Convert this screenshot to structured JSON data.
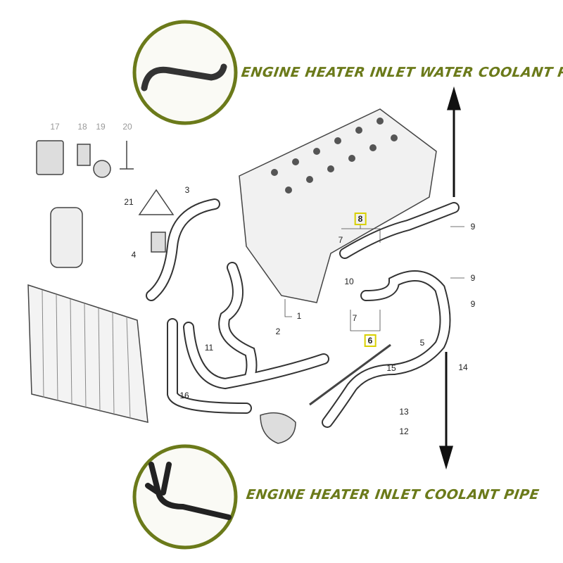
{
  "callouts": {
    "top": "ENGINE HEATER INLET WATER COOLANT PIPE",
    "bottom": "ENGINE HEATER INLET COOLANT PIPE"
  },
  "colors": {
    "callout_text": "#6b7a1a",
    "circle_border": "#6b7a1a",
    "highlight_box": "#d8d000"
  },
  "part_numbers": [
    "17",
    "18",
    "19",
    "20",
    "21",
    "3",
    "4",
    "1",
    "2",
    "11",
    "16",
    "8",
    "7",
    "10",
    "7",
    "6",
    "9",
    "9",
    "9",
    "5",
    "14",
    "15",
    "13",
    "12"
  ],
  "highlighted_parts": [
    "8",
    "6"
  ]
}
